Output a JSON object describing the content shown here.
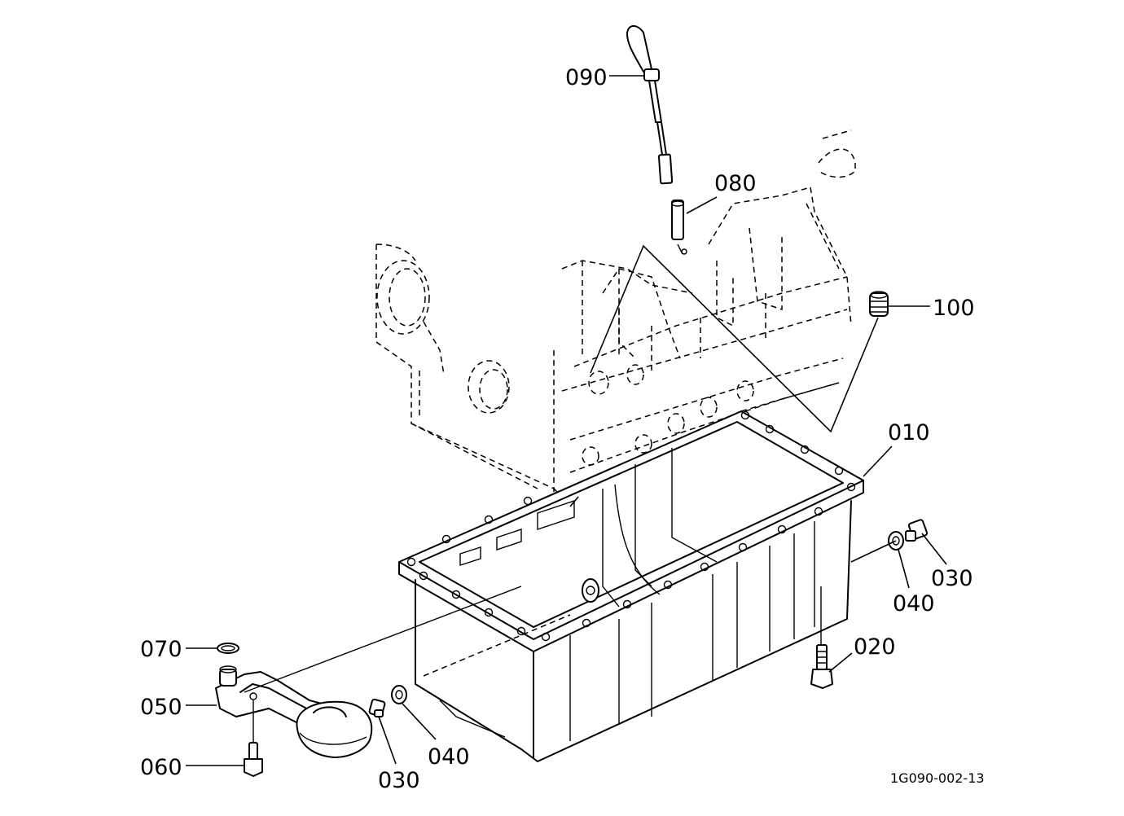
{
  "callouts": {
    "c090": "090",
    "c080": "080",
    "c100": "100",
    "c010": "010",
    "c030_right": "030",
    "c040_right": "040",
    "c020": "020",
    "c070": "070",
    "c050": "050",
    "c060": "060",
    "c030_bottom": "030",
    "c040_bottom": "040"
  },
  "figure_ref": "1G090-002-13",
  "colors": {
    "ink": "#000000",
    "paper": "#ffffff"
  }
}
